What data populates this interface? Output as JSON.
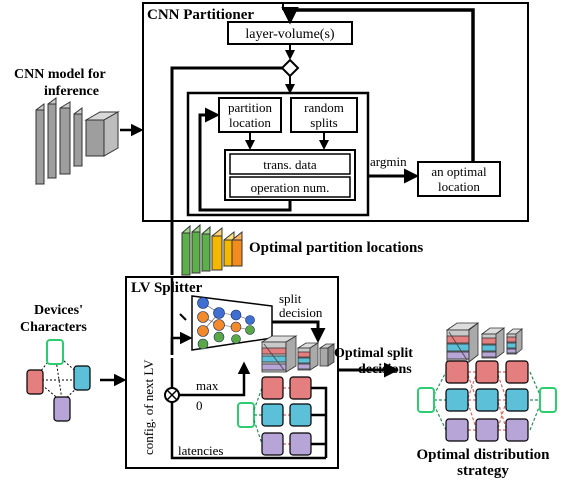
{
  "partitioner": {
    "title": "CNN Partitioner",
    "layer_volume": "layer-volume(s)",
    "partition_location_l1": "partition",
    "partition_location_l2": "location",
    "random_splits_l1": "random",
    "random_splits_l2": "splits",
    "trans_data": "trans. data",
    "operation_num": "operation num.",
    "argmin": "argmin",
    "optimal_location_l1": "an optimal",
    "optimal_location_l2": "location"
  },
  "cnn_model": {
    "label_l1": "CNN model for",
    "label_l2": "inference"
  },
  "optimal_partition_locations": "Optimal partition locations",
  "splitter": {
    "title": "LV Splitter",
    "split_decision_l1": "split",
    "split_decision_l2": "decision",
    "config_next_lv": "config. of next LV",
    "max_label": "max",
    "zero_label": "0",
    "latencies": "latencies"
  },
  "devices": {
    "label_l1": "Devices'",
    "label_l2": "Characters"
  },
  "optimal_split_decisions": {
    "label_l1": "Optimal split",
    "label_l2": "decisions"
  },
  "optimal_distribution": {
    "label_l1": "Optimal distribution",
    "label_l2": "strategy"
  },
  "colors": {
    "layer_gray": "#9e9e9e",
    "green": "#5bb04a",
    "yellow": "#f5b800",
    "orange": "#f28c1e",
    "node_blue": "#3f6fd1",
    "node_orange": "#f08a2a",
    "node_green": "#5aa845",
    "device_red": "#e57f7f",
    "device_blue": "#5cc0d8",
    "device_purple": "#b6a5d6",
    "device_green": "#2ecc71"
  }
}
